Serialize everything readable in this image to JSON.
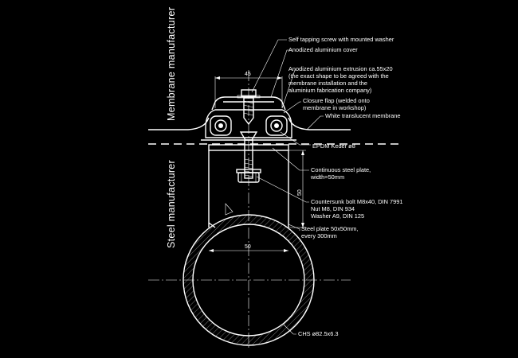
{
  "side_labels": {
    "membrane": "Membrane manufacturer",
    "steel": "Steel manufacturer"
  },
  "dimensions": {
    "top_width": "45",
    "plate_height": "50",
    "plate_width": "50"
  },
  "callouts": [
    {
      "id": "screw",
      "lines": [
        "Self tapping screw with mounted washer"
      ]
    },
    {
      "id": "cover",
      "lines": [
        "Anodized aluminium cover"
      ]
    },
    {
      "id": "extrusion",
      "lines": [
        "Anodized aluminium extrusion ca.55x20",
        "(the exact shape to be agreed with the",
        "membrane installation and the",
        "aluminium fabrication company)"
      ]
    },
    {
      "id": "flap",
      "lines": [
        "Closure flap (welded onto",
        "membrane in workshop)"
      ]
    },
    {
      "id": "membrane",
      "lines": [
        "White translucent membrane"
      ]
    },
    {
      "id": "keder",
      "lines": [
        "EPDM Keder ø8"
      ]
    },
    {
      "id": "plate",
      "lines": [
        "Continuous steel plate,",
        "width=50mm"
      ]
    },
    {
      "id": "bolt",
      "lines": [
        "Countersunk bolt M8x40, DIN 7991",
        "Nut M8, DIN 934",
        "Washer A9, DIN 125"
      ]
    },
    {
      "id": "steelplate",
      "lines": [
        "Steel plate 50x50mm,",
        "every 300mm"
      ]
    },
    {
      "id": "chs",
      "lines": [
        "CHS ø82.5x6.3"
      ]
    }
  ]
}
